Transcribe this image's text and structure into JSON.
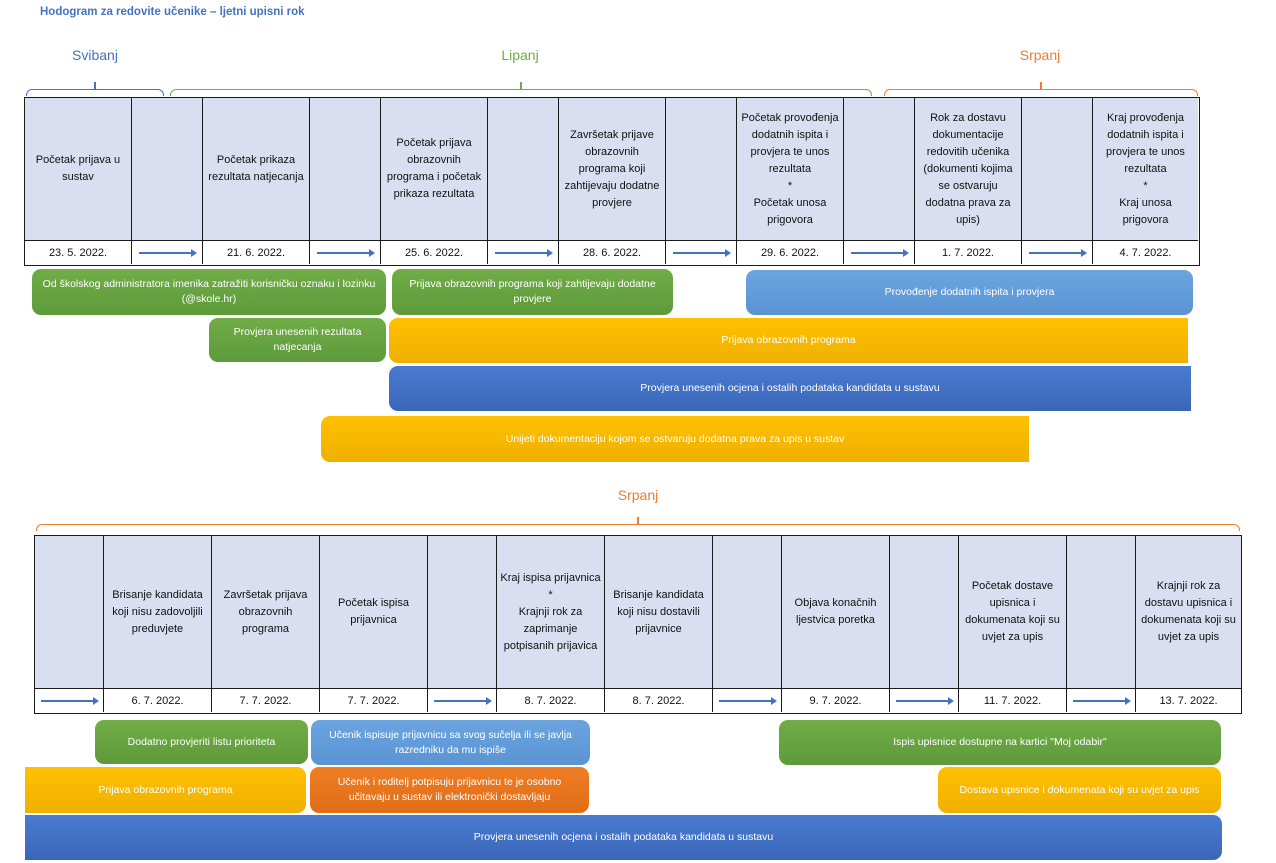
{
  "title": "Hodogram za redovite učenike – ljetni upisni rok",
  "section1": {
    "months": [
      {
        "label": "Svibanj",
        "color": "#4472c4"
      },
      {
        "label": "Lipanj",
        "color": "#70ad47"
      },
      {
        "label": "Srpanj",
        "color": "#ed7d31"
      }
    ],
    "cells": [
      {
        "text": "Početak prijava u\nsustav",
        "date": "23. 5. 2022."
      },
      {
        "text": "",
        "date": "arrow"
      },
      {
        "text": "Početak prikaza\nrezultata natjecanja",
        "date": "21. 6. 2022."
      },
      {
        "text": "",
        "date": "arrow"
      },
      {
        "text": "Početak prijava\nobrazovnih\nprograma i početak\nprikaza rezultata",
        "date": "25. 6. 2022."
      },
      {
        "text": "",
        "date": "arrow"
      },
      {
        "text": "Završetak prijave\nobrazovnih\nprograma koji\nzahtijevaju dodatne\nprovjere",
        "date": "28. 6. 2022."
      },
      {
        "text": "",
        "date": "arrow"
      },
      {
        "text": "Početak provođenja\ndodatnih ispita i\nprovjera te unos\nrezultata\n*\nPočetak unosa\nprigovora",
        "date": "29. 6. 2022."
      },
      {
        "text": "",
        "date": "arrow"
      },
      {
        "text": "Rok za dostavu\ndokumentacije\nredovitih učenika\n(dokumenti kojima\nse ostvaruju\ndodatna prava za\nupis)",
        "date": "1. 7. 2022."
      },
      {
        "text": "",
        "date": "arrow"
      },
      {
        "text": "Kraj provođenja\ndodatnih ispita i\nprovjera te unos\nrezultata\n*\nKraj unosa\nprigovora",
        "date": "4. 7. 2022."
      }
    ],
    "bars": [
      {
        "text": "Od školskog administratora imenika zatražiti korisničku oznaku i lozinku\n(@skole.hr)",
        "color": "green"
      },
      {
        "text": "Prijava obrazovnih programa koji zahtijevaju dodatne\nprovjere",
        "color": "green"
      },
      {
        "text": "Provođenje dodatnih ispita i provjera",
        "color": "lblue"
      },
      {
        "text": "Provjera unesenih rezultata\nnatjecanja",
        "color": "green"
      },
      {
        "text": "Prijava obrazovnih programa",
        "color": "yellow"
      },
      {
        "text": "Provjera unesenih ocjena i ostalih podataka kandidata u sustavu",
        "color": "blue"
      },
      {
        "text": "Unijeti dokumentaciju kojom se ostvaruju dodatna prava za upis u sustav",
        "color": "yellow"
      }
    ]
  },
  "section2": {
    "month": {
      "label": "Srpanj",
      "color": "#ed7d31"
    },
    "cells": [
      {
        "text": "",
        "date": "arrow"
      },
      {
        "text": "Brisanje kandidata\nkoji nisu zadovoljili\npreduvjete",
        "date": "6. 7. 2022."
      },
      {
        "text": "Završetak prijava\nobrazovnih\nprograma",
        "date": "7. 7. 2022."
      },
      {
        "text": "Početak ispisa\nprijavnica",
        "date": "7. 7. 2022."
      },
      {
        "text": "",
        "date": "arrow"
      },
      {
        "text": "Kraj ispisa prijavnica\n*\nKrajnji rok za\nzaprimanje\npotpisanih prijavica",
        "date": "8. 7. 2022."
      },
      {
        "text": "Brisanje kandidata\nkoji nisu dostavili\nprijavnice",
        "date": "8. 7. 2022."
      },
      {
        "text": "",
        "date": "arrow"
      },
      {
        "text": "Objava konačnih\nljestvica poretka",
        "date": "9. 7. 2022."
      },
      {
        "text": "",
        "date": "arrow"
      },
      {
        "text": "Početak dostave\nupisnica i\ndokumenata koji su\nuvjet za upis",
        "date": "11. 7. 2022."
      },
      {
        "text": "",
        "date": "arrow"
      },
      {
        "text": "Krajnji rok za\ndostavu upisnica i\ndokumenata koji su\nuvjet za upis",
        "date": "13. 7. 2022."
      }
    ],
    "bars": [
      {
        "text": "Dodatno provjeriti listu prioriteta",
        "color": "green"
      },
      {
        "text": "Učenik ispisuje prijavnicu sa svog sučelja ili se javlja\nrazredniku da mu ispiše",
        "color": "lblue"
      },
      {
        "text": "Ispis upisnice dostupne na kartici \"Moj odabir\"",
        "color": "green"
      },
      {
        "text": "Prijava obrazovnih programa",
        "color": "yellow"
      },
      {
        "text": "Učenik i roditelj potpisuju prijavnicu te je osobno\nučitavaju u sustav ili elektronički dostavljaju",
        "color": "orange"
      },
      {
        "text": "Dostava upisnice i dokumenata  koji su uvjet za upis",
        "color": "yellow"
      },
      {
        "text": "Provjera unesenih ocjena i ostalih podataka kandidata u sustavu",
        "color": "blue"
      }
    ]
  }
}
